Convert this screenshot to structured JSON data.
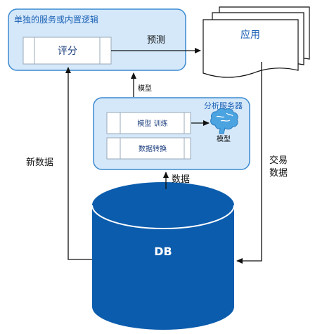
{
  "colors": {
    "box_fill": "#d4e8fa",
    "box_border": "#3b8ad0",
    "inner_border": "#9aa9b8",
    "db_blue": "#0b5cad",
    "brain_blue": "#4ba3e0",
    "arrow": "#111111"
  },
  "scoring_box": {
    "title": "单独的服务或内置逻辑",
    "score_label": "评分"
  },
  "application_doc": {
    "label": "应用"
  },
  "analysis_server": {
    "title": "分析服务器",
    "train_label": "模型 训练",
    "transform_label": "数据转换",
    "brain_label": "模型",
    "brain_icon": "brain-icon"
  },
  "database": {
    "label": "DB"
  },
  "arrows": {
    "predict": "预测",
    "model": "模型",
    "data": "数据",
    "new_data": "新数据",
    "trade_data_line1": "交易",
    "trade_data_line2": "数据"
  }
}
